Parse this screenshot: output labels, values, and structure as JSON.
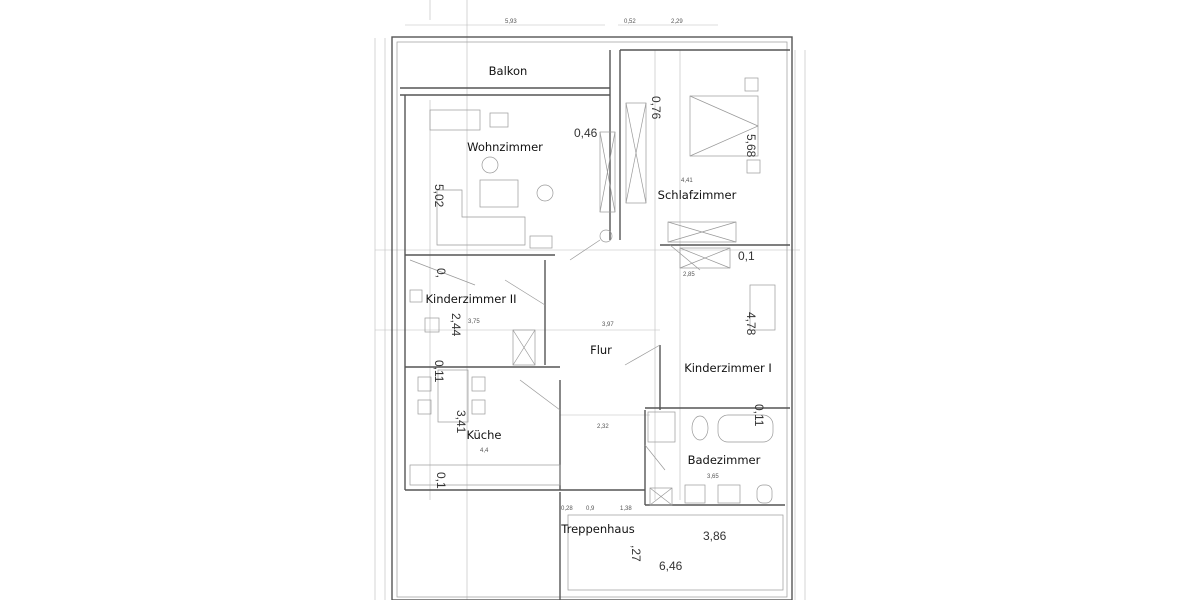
{
  "plan": {
    "rooms": {
      "balkon": "Balkon",
      "wohnzimmer": "Wohnzimmer",
      "schlafzimmer": "Schlafzimmer",
      "kinderzimmer2": "Kinderzimmer II",
      "flur": "Flur",
      "kinderzimmer1": "Kinderzimmer I",
      "kueche": "Küche",
      "badezimmer": "Badezimmer",
      "treppenhaus": "Treppenhaus"
    },
    "dimensions": {
      "d076": "0,76",
      "d046": "0,46",
      "d568": "5,68",
      "d502": "5,02",
      "d01a": "0,1",
      "d0": "0,",
      "d244": "2,44",
      "d478": "4,78",
      "d011a": "0,11",
      "d341": "3,41",
      "d011b": "0,11",
      "d01b": "0,1",
      "d386": "3,86",
      "d646": "6,46",
      "d27": ",27"
    },
    "small_dimensions": {
      "s593": "5,93",
      "s052": "0,52",
      "s229": "2,29",
      "s441": "4,41",
      "s397": "3,97",
      "s232": "2,32",
      "s375": "3,75",
      "s44": "4,4",
      "s365": "3,65",
      "s285": "2,85",
      "s028": "0,28",
      "s09": "0,9",
      "s138": "1,38"
    }
  }
}
